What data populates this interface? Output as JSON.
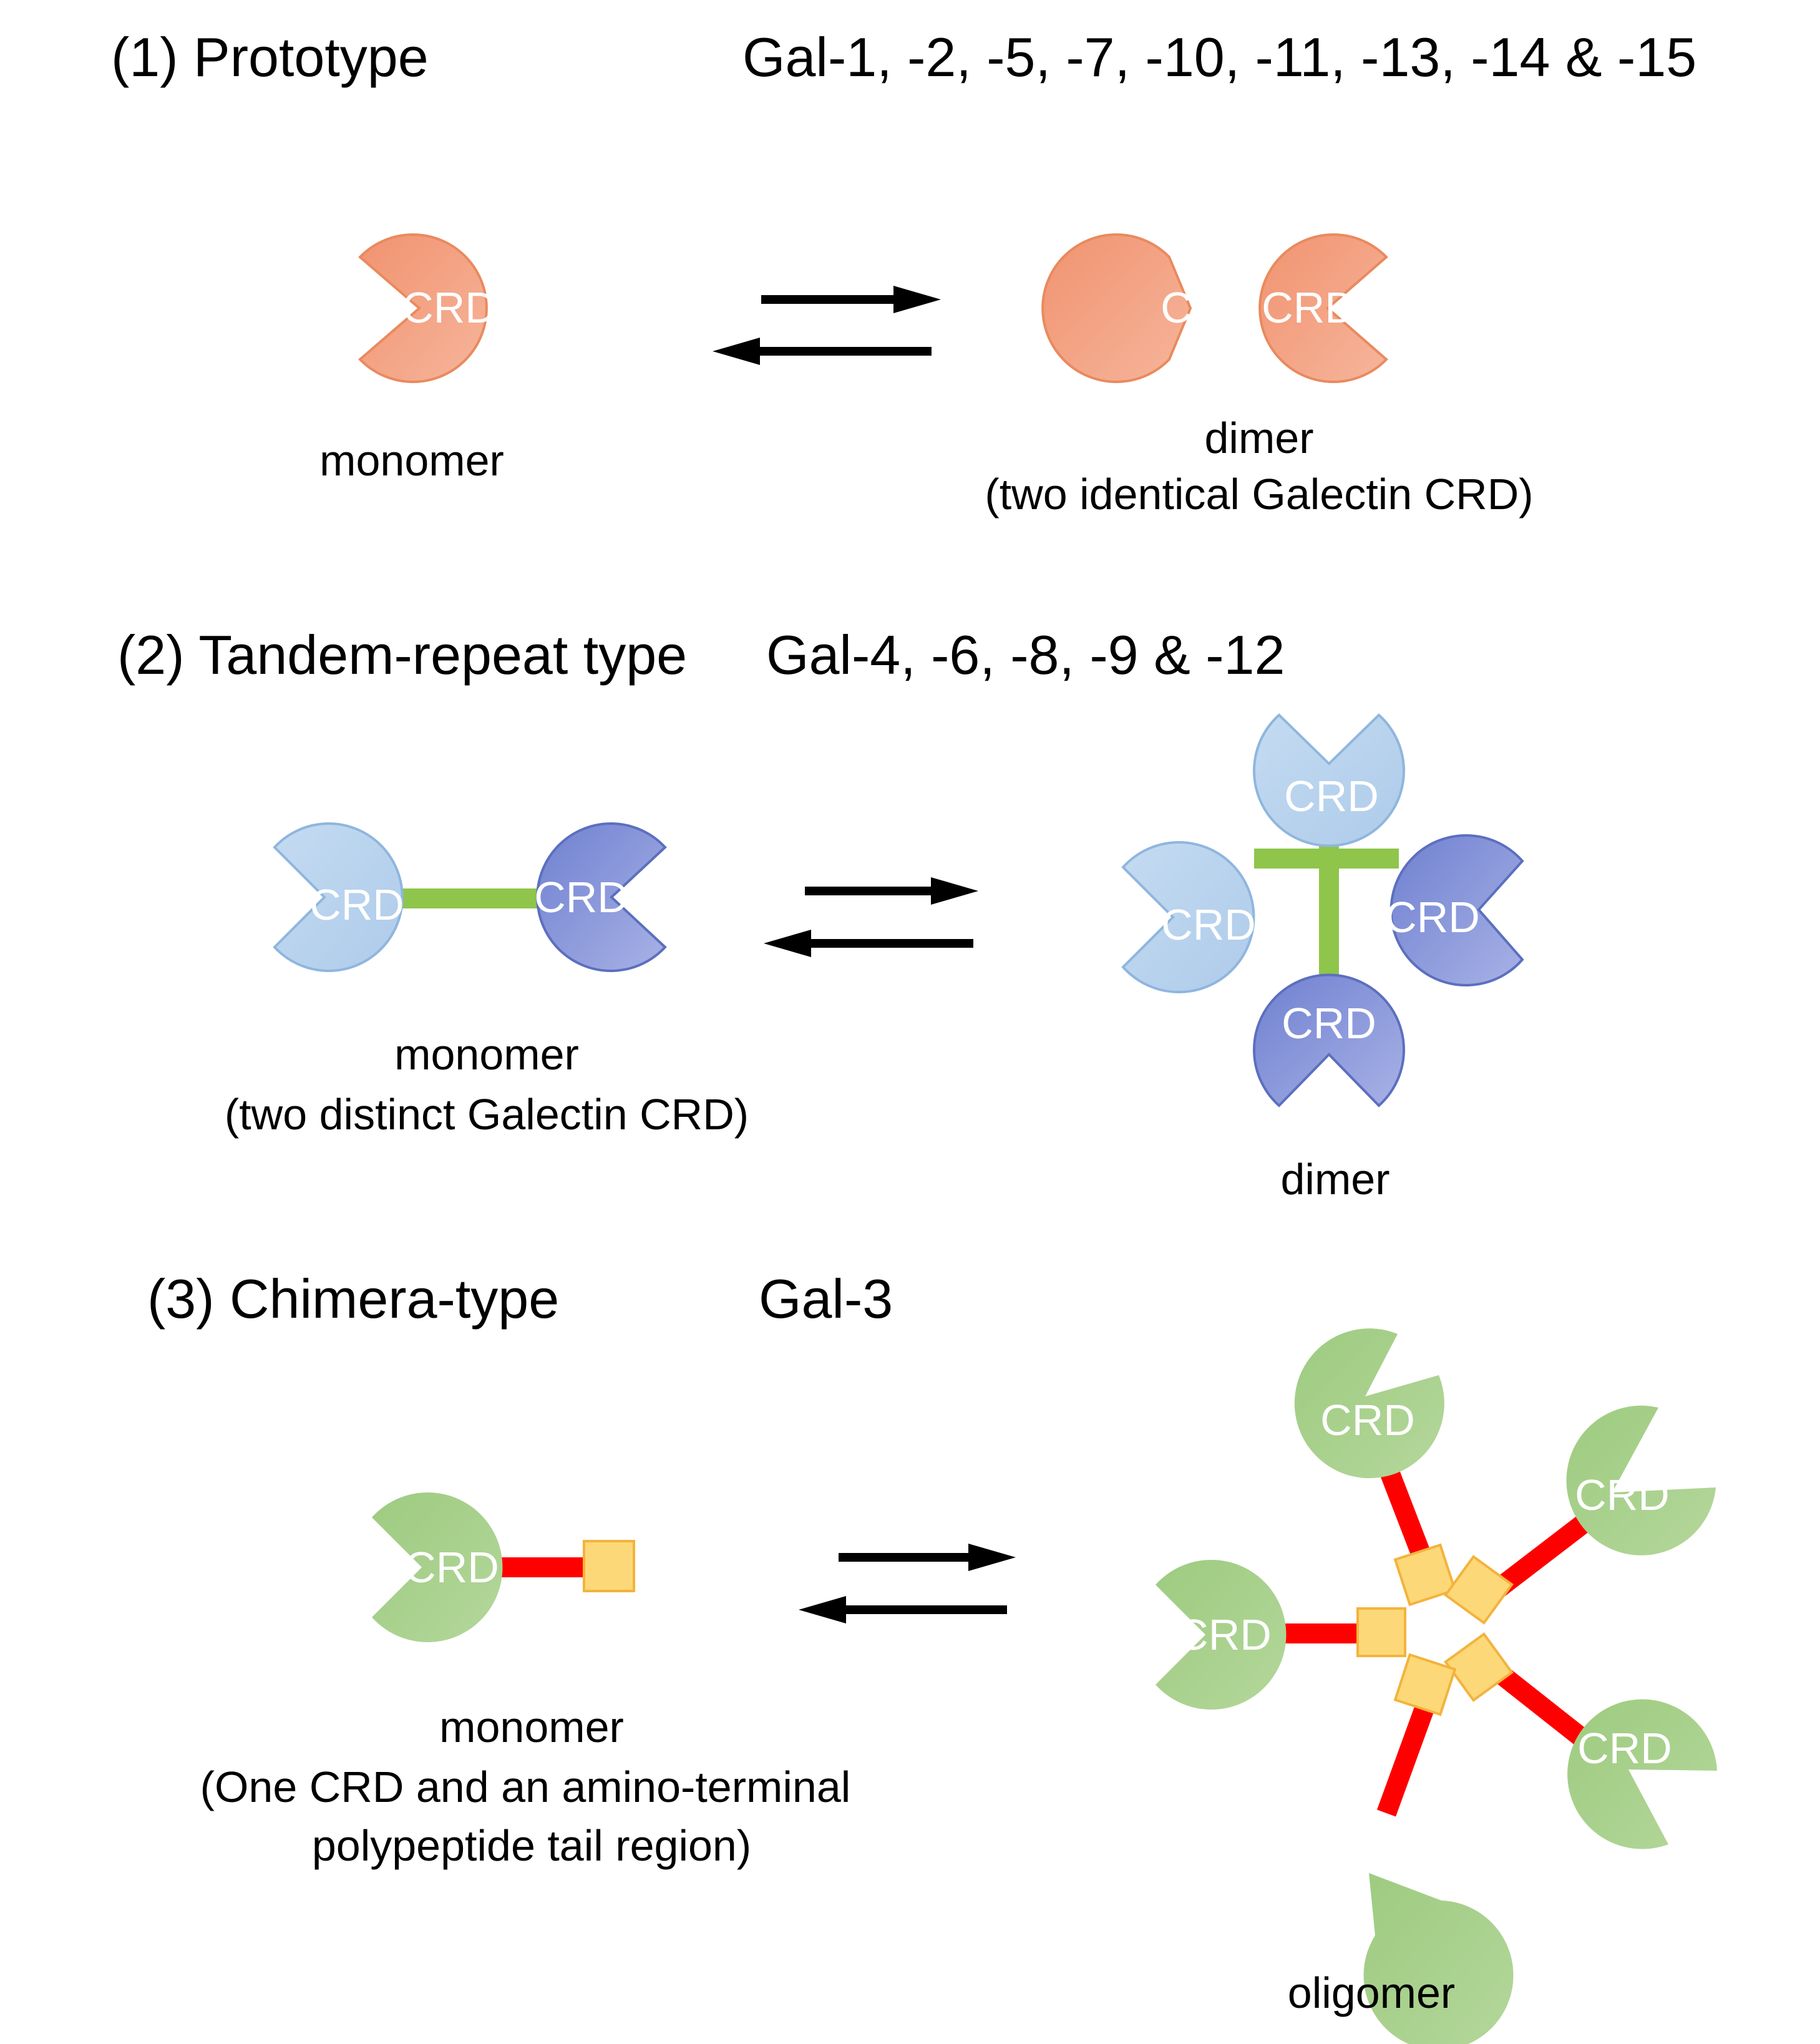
{
  "colors": {
    "prototype_fill": "#f4a587",
    "prototype_edge": "#e98a5e",
    "light_blue": "#b9d3ec",
    "light_blue_edge": "#8fb6de",
    "dark_blue": "#8c98d8",
    "dark_blue_edge": "#5c6fbf",
    "green": "#a9d18e",
    "green_linker": "#8fc54a",
    "red_linker": "#ff0000",
    "tail_fill": "#fdd878",
    "tail_edge": "#f3b33d",
    "arrow": "#000000"
  },
  "sections": [
    {
      "heading": "(1) Prototype",
      "members": "Gal-1, -2, -5, -7, -10, -11, -13, -14 & -15",
      "left_caption": [
        "monomer"
      ],
      "right_caption": [
        "dimer",
        "(two identical Galectin CRD)"
      ]
    },
    {
      "heading": "(2) Tandem-repeat type",
      "members": "Gal-4, -6, -8, -9 & -12",
      "left_caption": [
        "monomer",
        "(two distinct Galectin CRD)"
      ],
      "right_caption": [
        "dimer"
      ]
    },
    {
      "heading": "(3) Chimera-type",
      "members": "Gal-3",
      "left_caption": [
        "monomer",
        "(One CRD and an amino-terminal",
        "polypeptide tail region)"
      ],
      "right_caption": [
        "oligomer"
      ]
    }
  ],
  "crd_label": "CRD"
}
